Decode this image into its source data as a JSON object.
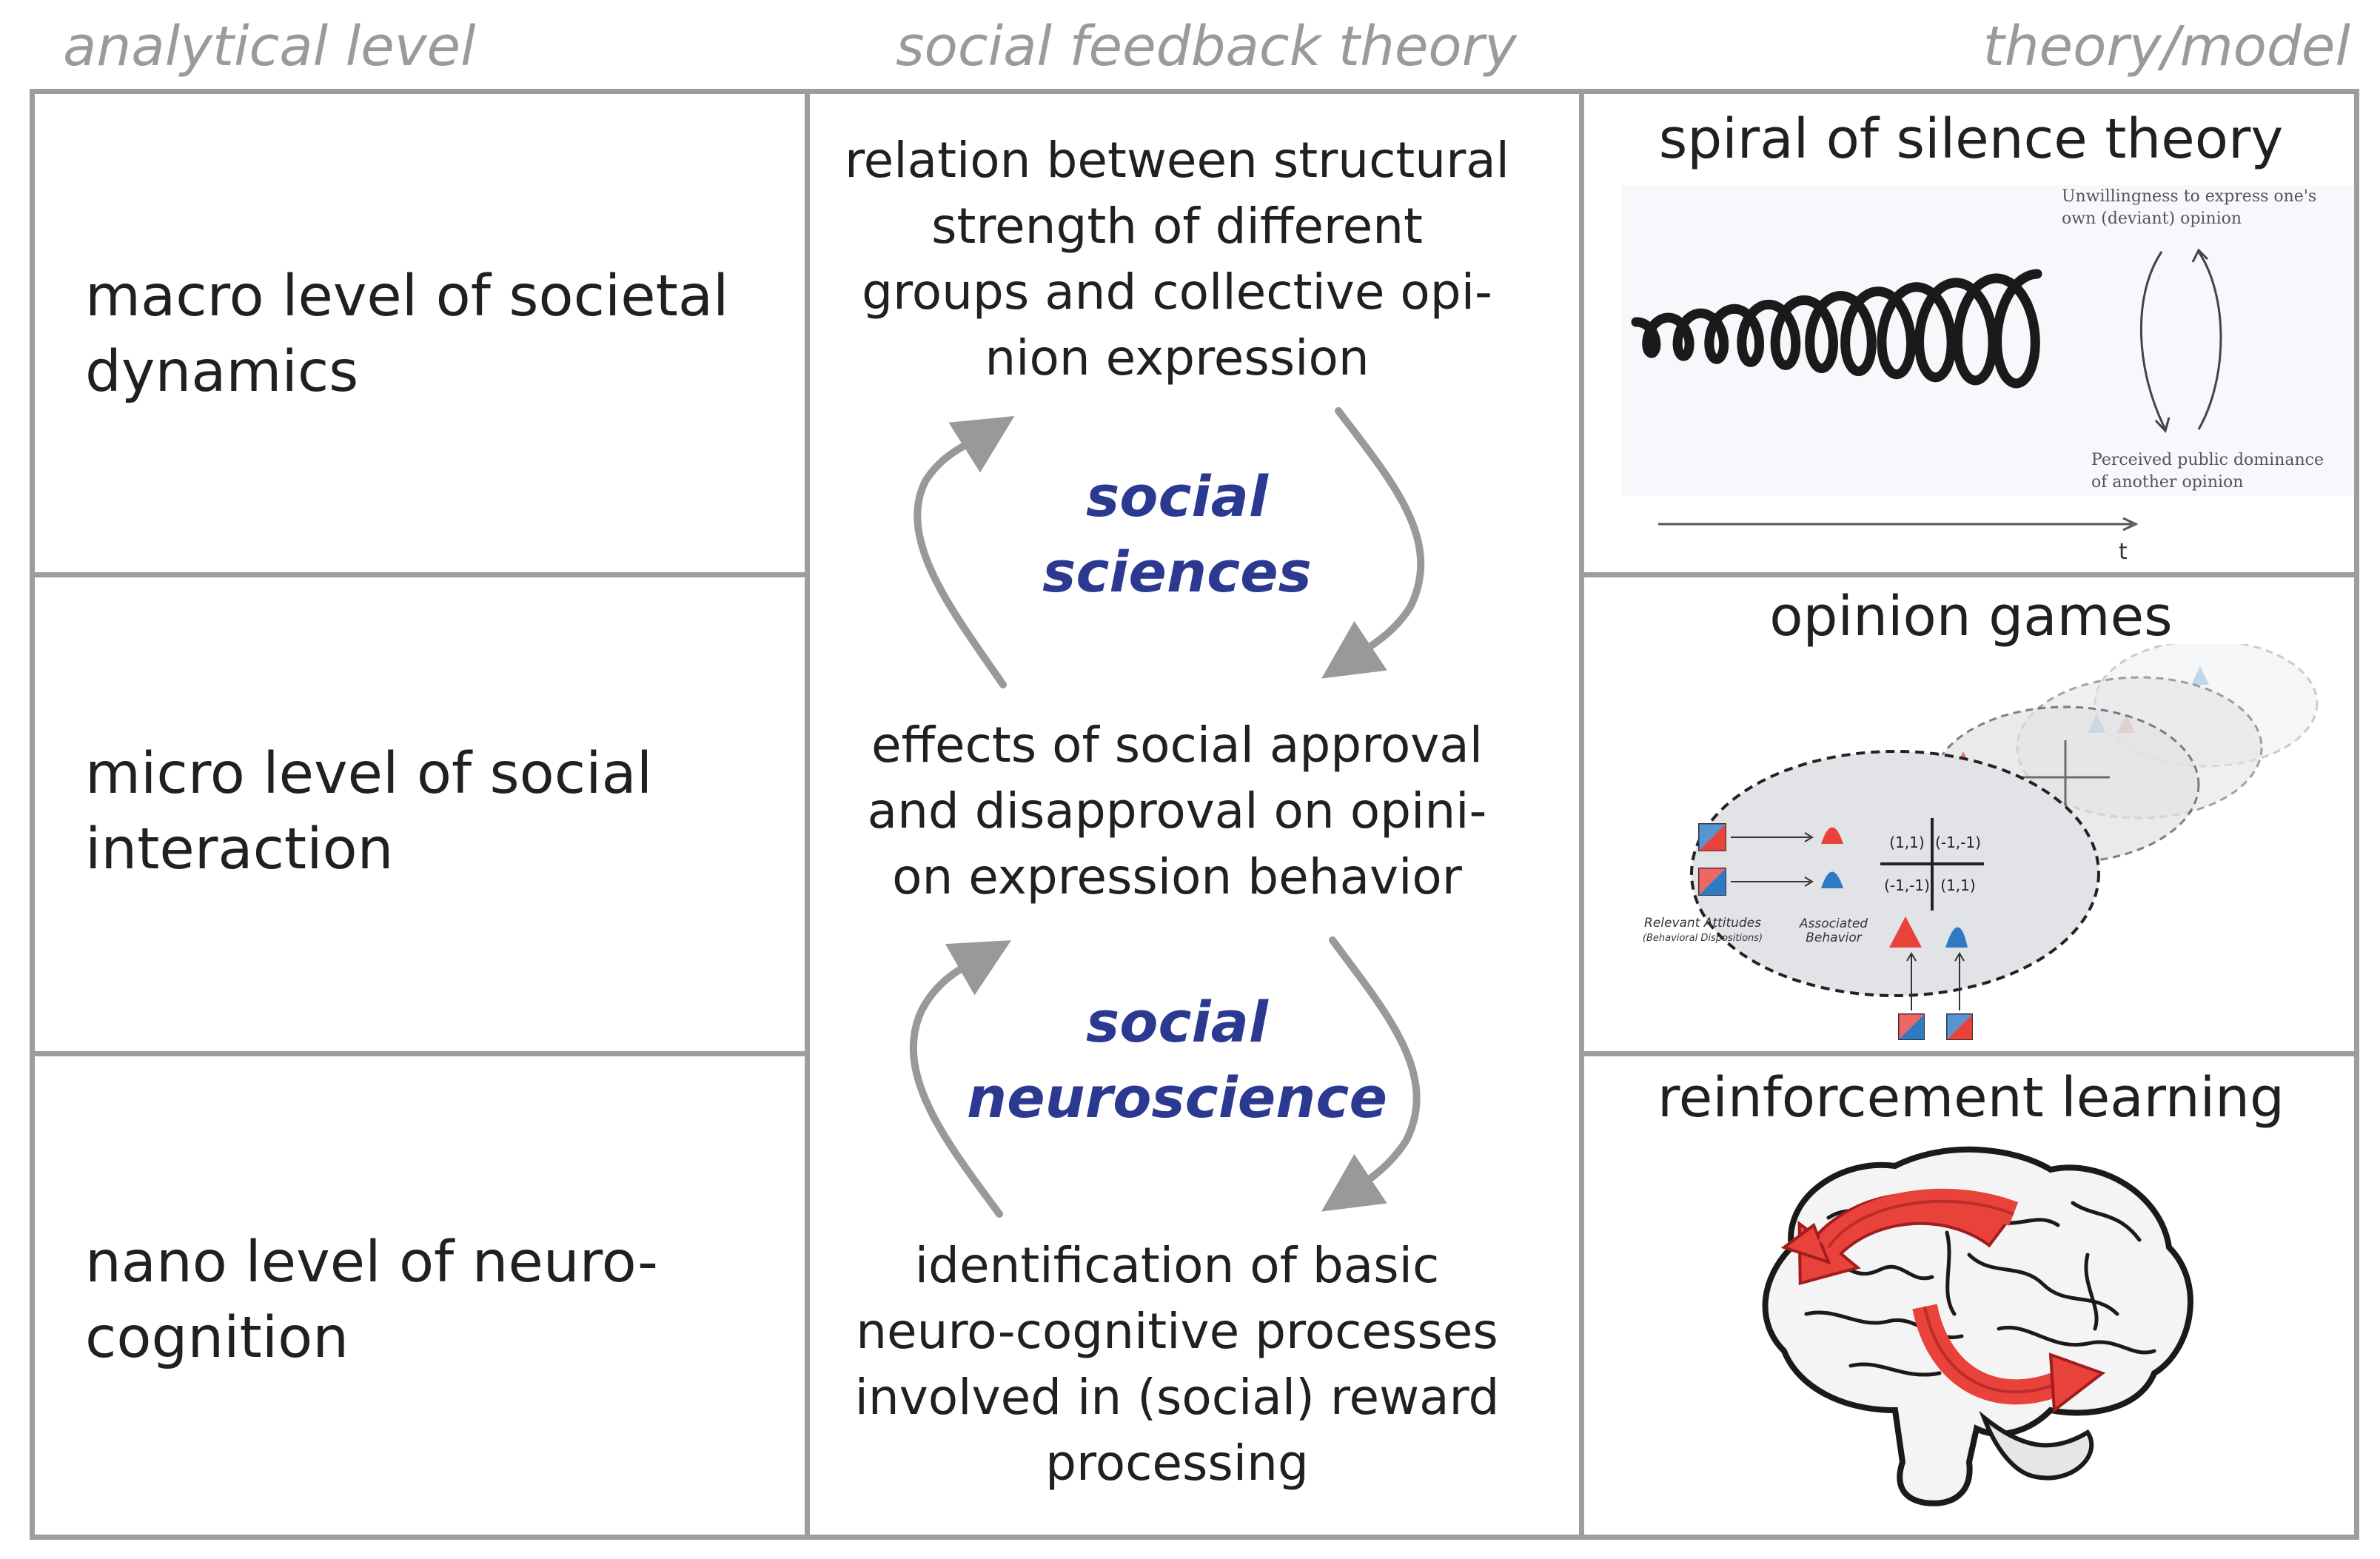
{
  "headers": {
    "left": "analytical level",
    "center": "social feedback theory",
    "right": "theory/model"
  },
  "levels": [
    {
      "label_line1": "macro level of societal",
      "label_line2": "dynamics",
      "description": [
        "relation between structural",
        "strength of different",
        "groups and collective opi-",
        "nion expression"
      ]
    },
    {
      "label_line1": "micro level of social",
      "label_line2": "interaction",
      "description": [
        "effects of social approval",
        "and disapproval on opini-",
        "on expression behavior"
      ]
    },
    {
      "label_line1": "nano level of neuro-",
      "label_line2": "cognition",
      "description": [
        "identification of basic",
        "neuro-cognitive processes",
        "involved in (social) reward",
        "processing"
      ]
    }
  ],
  "cycles": [
    {
      "line1": "social",
      "line2": "sciences"
    },
    {
      "line1": "social",
      "line2": "neuroscience"
    }
  ],
  "models": {
    "spiral": {
      "title": "spiral of silence theory",
      "top_label_1": "Unwillingness to express one's",
      "top_label_2": "own (deviant) opinion",
      "bottom_label_1": "Perceived public dominance",
      "bottom_label_2": "of another opinion",
      "axis_label": "t"
    },
    "games": {
      "title": "opinion games",
      "payoffs": [
        "(1,1)",
        "(-1,-1)",
        "(-1,-1)",
        "(1,1)"
      ],
      "relevant_1": "Relevant Attitudes",
      "relevant_2": "(Behavioral Dispositions)",
      "assoc_1": "Associated",
      "assoc_2": "Behavior"
    },
    "rl": {
      "title": "reinforcement learning"
    }
  },
  "colors": {
    "grid": "#9d9d9d",
    "header": "#9a9a9a",
    "emphasis": "#2b3990",
    "arrow": "#999999",
    "red": "#e8423b",
    "blue": "#2e7bc4"
  }
}
